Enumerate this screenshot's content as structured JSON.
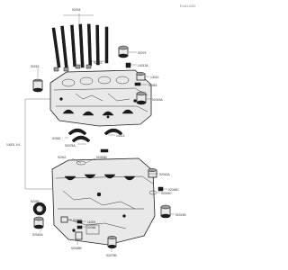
{
  "diagram": {
    "code": "E1411-0022",
    "labels": {
      "l92004": "92004",
      "l92043": "92043",
      "l92015": "92015",
      "l92075": "92075",
      "l14013a": "14013A",
      "l14013": "14013",
      "l92063": "92063",
      "l92015a": "92015A",
      "l92062": "92062",
      "l92075a": "92075A",
      "l14001": "14001 1/4",
      "l92042": "92042",
      "l92043a": "92043A",
      "l92042a": "92042A",
      "l92049": "92049",
      "l92049a": "92049A",
      "l92048": "92048",
      "l92049b": "92049B",
      "l11009": "11009",
      "l92066": "92066",
      "l92048b": "92048B",
      "l92075b": "92075B",
      "l92015b": "92015B",
      "l92063b": "92063B",
      "l92049c": "92049C",
      "l92048c": "92048C",
      "l92045": "92045"
    }
  }
}
